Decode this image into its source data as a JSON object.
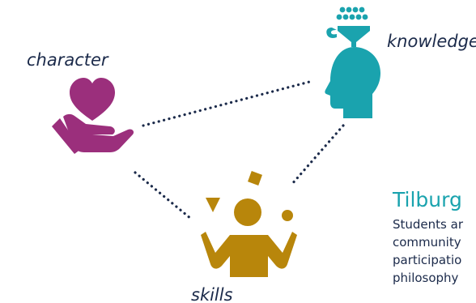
{
  "colors": {
    "character": "#9b2f7c",
    "knowledge": "#1aa3ae",
    "skills": "#b8860b",
    "dots": "#1b2a4a",
    "label": "#1b2a4a",
    "title": "#1aa3ae"
  },
  "nodes": {
    "character": {
      "label": "character",
      "icon": "heart-in-hand-icon"
    },
    "knowledge": {
      "label": "knowledge",
      "icon": "funnel-into-head-icon"
    },
    "skills": {
      "label": "skills",
      "icon": "person-juggling-shapes-icon"
    }
  },
  "side_text": {
    "title": "Tilburg",
    "lines": [
      "Students ar",
      "community",
      "participatio",
      "philosophy"
    ]
  }
}
